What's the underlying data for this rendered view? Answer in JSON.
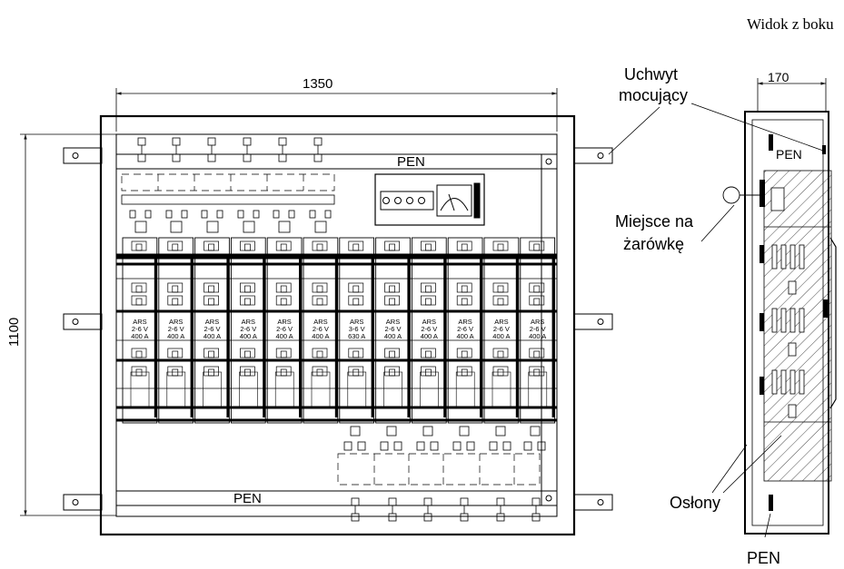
{
  "labels": {
    "side_view_title": "Widok z boku",
    "width_dim": "1350",
    "height_dim": "1100",
    "side_width_dim": "170",
    "pen_top": "PEN",
    "pen_bottom": "PEN",
    "pen_side_top": "PEN",
    "pen_side_bottom": "PEN",
    "bracket_label_line1": "Uchwyt",
    "bracket_label_line2": "mocujący",
    "bulb_label_line1": "Miejsce na",
    "bulb_label_line2": "żarówkę",
    "covers_label": "Osłony"
  },
  "fuse_modules": [
    {
      "l1": "ARS",
      "l2": "2-6 V",
      "l3": "400 A"
    },
    {
      "l1": "ARS",
      "l2": "2-6 V",
      "l3": "400 A"
    },
    {
      "l1": "ARS",
      "l2": "2-6 V",
      "l3": "400 A"
    },
    {
      "l1": "ARS",
      "l2": "2-6 V",
      "l3": "400 A"
    },
    {
      "l1": "ARS",
      "l2": "2-6 V",
      "l3": "400 A"
    },
    {
      "l1": "ARS",
      "l2": "2-6 V",
      "l3": "400 A"
    },
    {
      "l1": "ARS",
      "l2": "3-6 V",
      "l3": "630 A"
    },
    {
      "l1": "ARS",
      "l2": "2-6 V",
      "l3": "400 A"
    },
    {
      "l1": "ARS",
      "l2": "2-6 V",
      "l3": "400 A"
    },
    {
      "l1": "ARS",
      "l2": "2-6 V",
      "l3": "400 A"
    },
    {
      "l1": "ARS",
      "l2": "2-6 V",
      "l3": "400 A"
    },
    {
      "l1": "ARS",
      "l2": "2-6 V",
      "l3": "400 A"
    }
  ]
}
